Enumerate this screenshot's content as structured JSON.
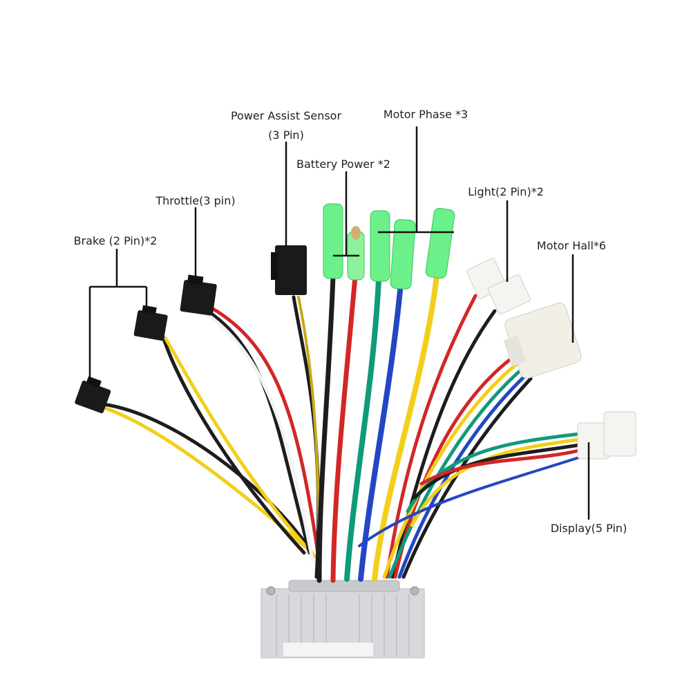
{
  "labels": {
    "power_assist_sensor": "Power Assist Sensor",
    "power_assist_pins": "(3 Pin)",
    "motor_phase": "Motor Phase *3",
    "battery_power": "Battery Power *2",
    "light": "Light(2 Pin)*2",
    "motor_hall": "Motor Hall*6",
    "throttle": "Throttle(3 pin)",
    "brake": "Brake (2 Pin)*2",
    "display": "Display(5 Pin)"
  },
  "colors": {
    "wire_black": "#1d1d1d",
    "wire_red": "#d32626",
    "wire_green": "#0f9b7a",
    "wire_blue": "#2347c4",
    "wire_yellow": "#f2cf1b",
    "wire_white": "#f3f3f3",
    "heatshrink_green": "#6cf08a",
    "connector_black": "#1a1a1a",
    "connector_white": "#f4f4f0",
    "housing_silver": "#d9dadc",
    "leader_line": "#111111"
  }
}
